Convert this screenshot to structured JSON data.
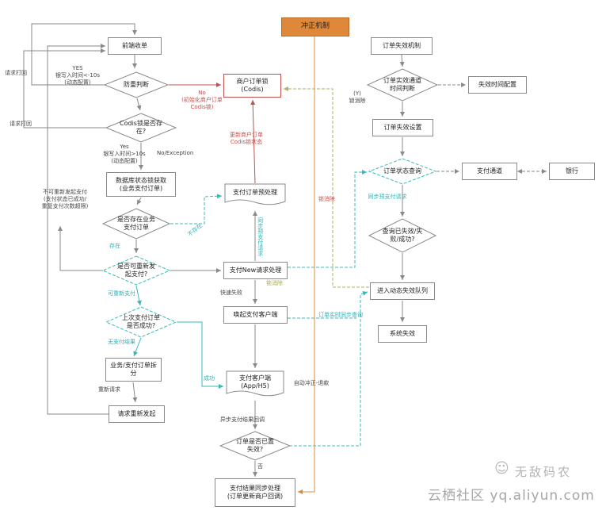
{
  "nodes": {
    "frontend": "前端收单",
    "reversal": "冲正机制",
    "expire_mech": "订单失效机制",
    "anti_dup": "防重判断",
    "codis_exist": "Codis锁是否存\n在?",
    "db_lock": "数据库状态锁获取\n(业务支付订单)",
    "biz_exist": "是否存在业务\n支付订单",
    "can_retry": "是否可重新发\n起支付?",
    "last_pay": "上次支付订单\n是否成功?",
    "split_order": "业务/支付订单拆\n分",
    "re_request": "请求重新发起",
    "merchant_lock": "商户订单锁\n(Codis)",
    "pre_process": "支付订单预处理",
    "pay_new": "支付New请求处理",
    "wake_client": "唤起支付客户端",
    "pay_client": "支付客户端\n(App/H5)",
    "order_expired": "订单是否已置\n失效?",
    "result_sync": "支付结果同步处理\n(订单更新商户回调)",
    "expire_judge": "订单实效通道\n时间判断",
    "expire_config": "失效时间配置",
    "expire_set": "订单失效设置",
    "status_query": "订单状态查询",
    "pay_channel": "支付通道",
    "bank": "银行",
    "query_result": "查询已失效/失\n败/成功?",
    "dyn_queue": "进入动态失效队列",
    "sys_expire": "系统失效"
  },
  "labels": {
    "yes1": "YES\n银写入时间<-10s\n(动态配置)",
    "req_back1": "请求打回",
    "req_back2": "请求打回",
    "yes2": "Yes\n银写入时间>10s\n(动态配置)",
    "no_exception": "No/Exception",
    "no_retry": "不可重新发起支付\n(支付状态已成功/\n重复支付次数超限)",
    "exist": "存在",
    "can_repay": "可重新支付",
    "no_result": "无支付结果",
    "re_req": "重新请求",
    "no_init": "No\n(初始化商户订单\nCodis锁)",
    "update_lock": "更新商户订单\nCodis锁状态",
    "sync_pre1": "同步预支付请求",
    "not_exist": "不存在",
    "fast_fail": "快速失败",
    "success": "成功",
    "async_cb": "异步支付结果回调",
    "no2": "否",
    "y_lock": "(Y)\n锁消除",
    "sync_pre2": "同步预支付请求",
    "lock_rm1": "锁消除",
    "lock_rm2": "锁消除",
    "rt_query": "订单实时同步查询",
    "auto_reversal": "自动冲正-退款"
  },
  "watermark": {
    "icon": "☺",
    "brand": "无敌码农",
    "site": "云栖社区 yq.aliyun.com"
  },
  "colors": {
    "line_gray": "#8a8a8a",
    "line_red": "#c0504d",
    "line_teal": "#39b8b8",
    "line_orange": "#e0883a",
    "line_olive": "#b0b060",
    "reversal_fill": "#e0883a"
  }
}
